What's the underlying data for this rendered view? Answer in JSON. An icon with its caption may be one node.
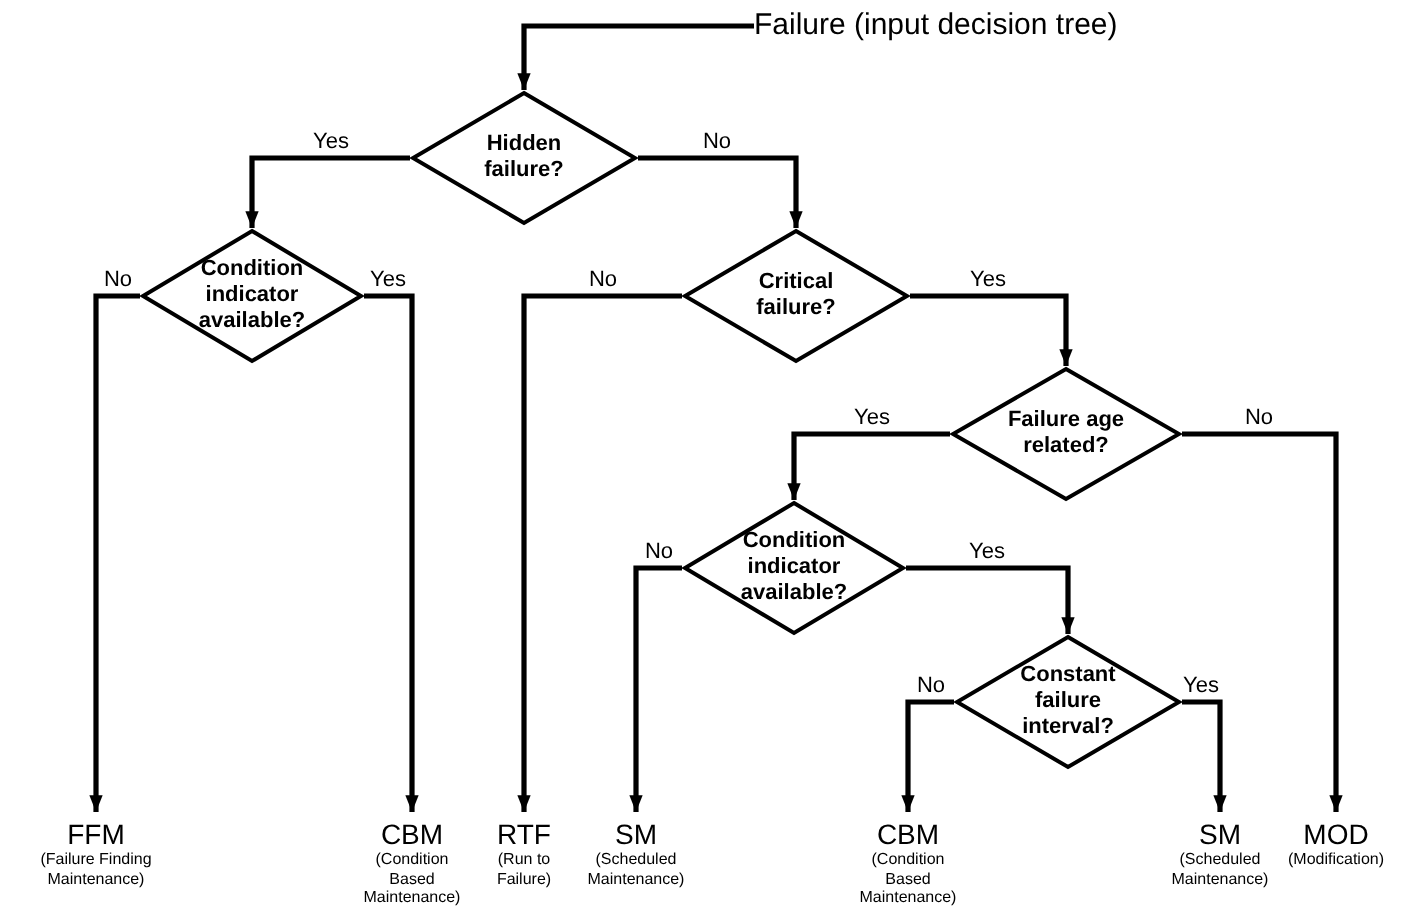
{
  "diagram": {
    "nodes": [
      {
        "text": [
          "Failure (input decision tree)"
        ]
      },
      {
        "text": [
          "Hidden failure?"
        ]
      },
      {
        "text": [
          "Condition indicator available?"
        ]
      },
      {
        "text": [
          "Critical failure?"
        ]
      },
      {
        "text": [
          "Failure age related?"
        ]
      },
      {
        "text": [
          "Condition indicator available?"
        ]
      },
      {
        "text": [
          "Constant failure interval?"
        ]
      },
      {
        "text": [
          "FFM",
          "(Failure Finding Maintenance)"
        ]
      },
      {
        "text": [
          "CBM",
          "(Condition Based Maintenance)"
        ]
      },
      {
        "text": [
          "RTF",
          "(Run to Failure)"
        ]
      },
      {
        "text": [
          "SM",
          "(Scheduled Maintenance)"
        ]
      },
      {
        "text": [
          "CBM",
          "(Condition Based Maintenance)"
        ]
      },
      {
        "text": [
          "SM",
          "(Scheduled Maintenance)"
        ]
      },
      {
        "text": [
          "MOD",
          "(Modification)"
        ]
      }
    ],
    "edges": [
      {
        "from": 0,
        "to": 1,
        "arrow": "to"
      },
      {
        "from": 1,
        "to": 2,
        "arrow": "to",
        "label": "Yes"
      },
      {
        "from": 1,
        "to": 3,
        "arrow": "to",
        "label": "No"
      },
      {
        "from": 2,
        "to": 7,
        "arrow": "to",
        "label": "No"
      },
      {
        "from": 2,
        "to": 8,
        "arrow": "to",
        "label": "Yes"
      },
      {
        "from": 3,
        "to": 9,
        "arrow": "to",
        "label": "No"
      },
      {
        "from": 3,
        "to": 4,
        "arrow": "to",
        "label": "Yes"
      },
      {
        "from": 4,
        "to": 5,
        "arrow": "to",
        "label": "Yes"
      },
      {
        "from": 4,
        "to": 13,
        "arrow": "to",
        "label": "No"
      },
      {
        "from": 5,
        "to": 10,
        "arrow": "to",
        "label": "No"
      },
      {
        "from": 5,
        "to": 6,
        "arrow": "to",
        "label": "Yes"
      },
      {
        "from": 6,
        "to": 11,
        "arrow": "to",
        "label": "No"
      },
      {
        "from": 6,
        "to": 12,
        "arrow": "to",
        "label": "Yes"
      }
    ]
  }
}
